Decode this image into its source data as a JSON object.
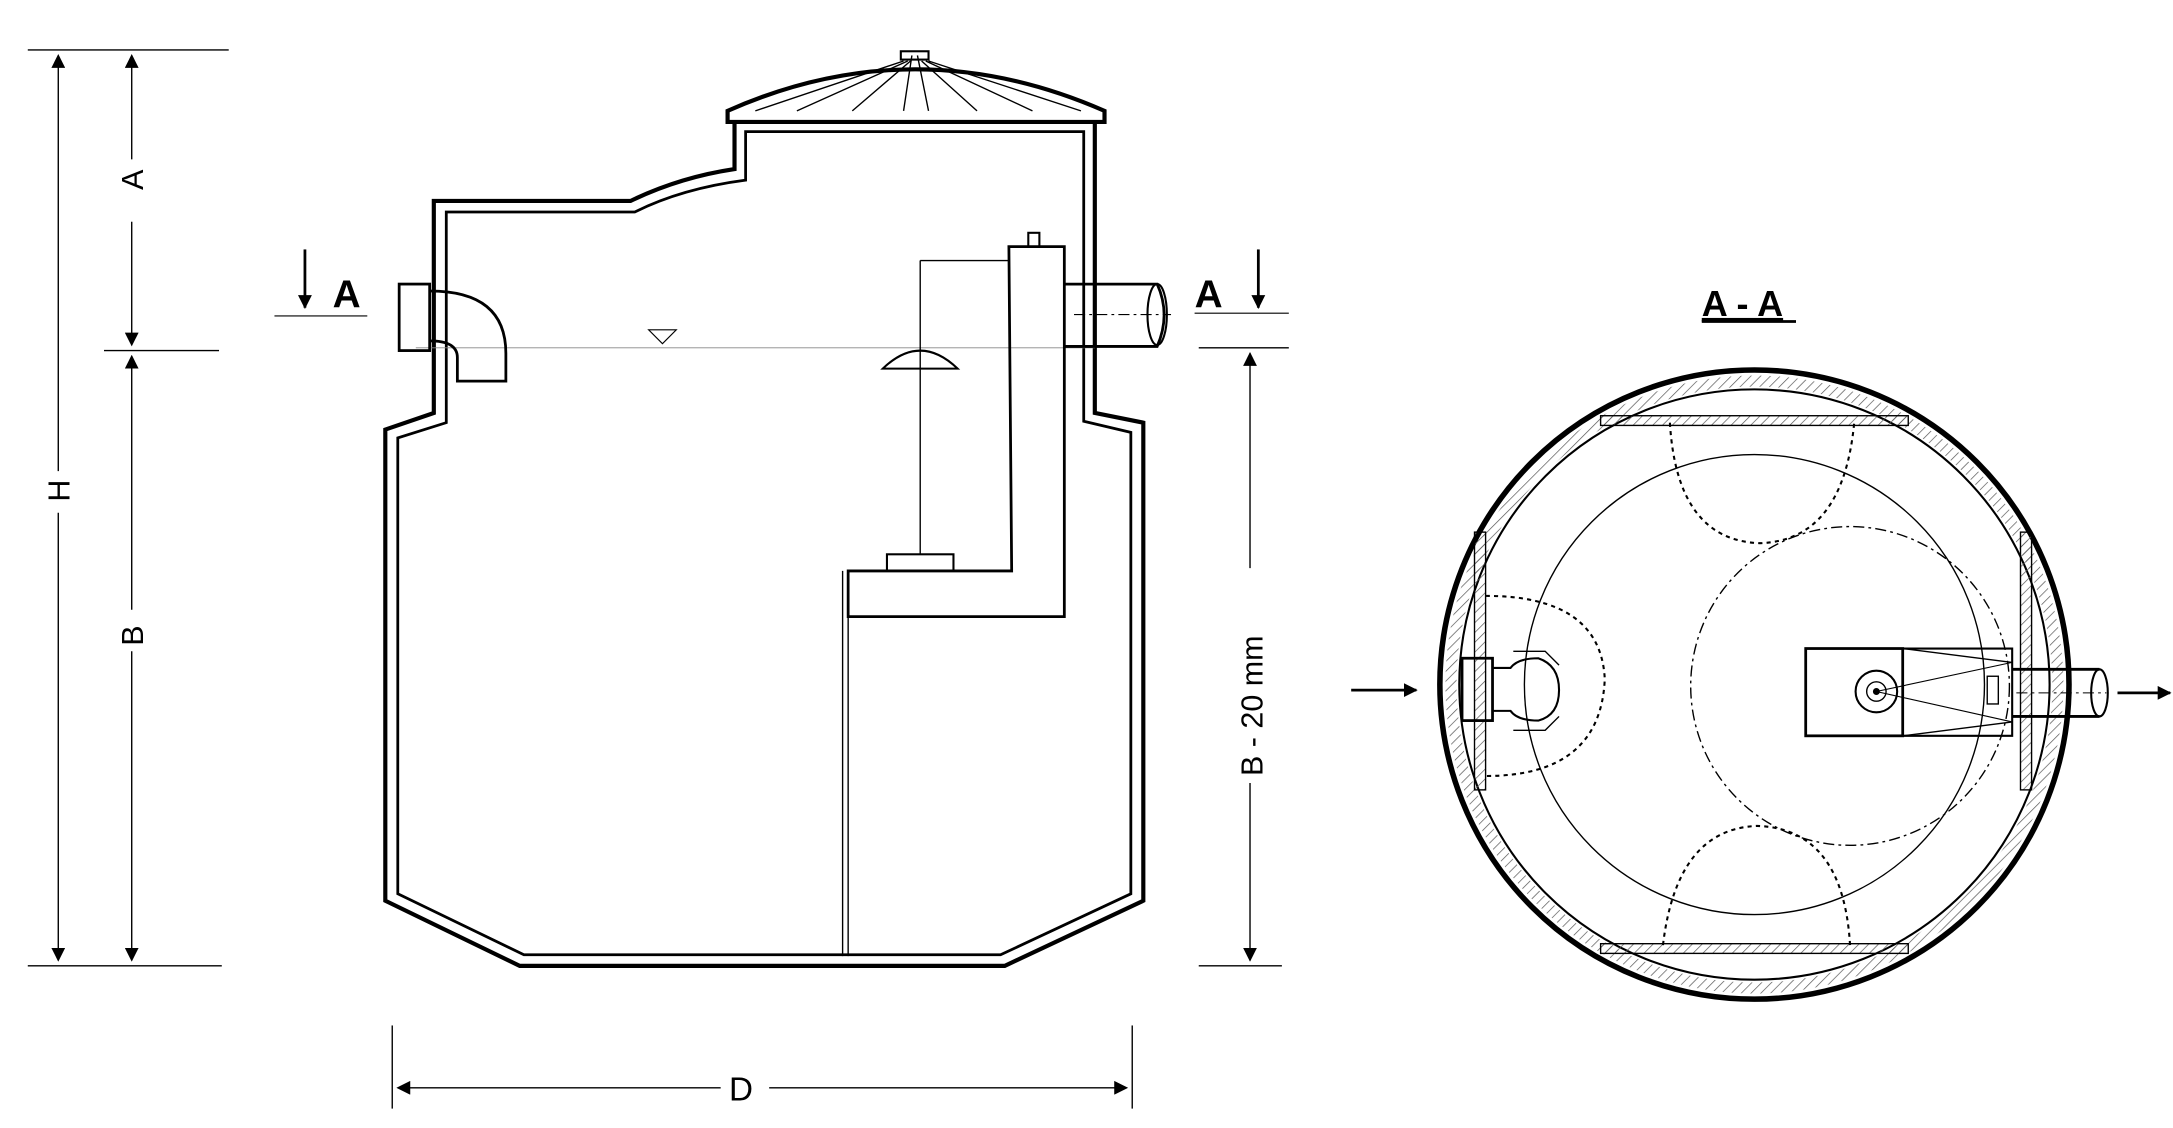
{
  "labels": {
    "section_a_left": "A",
    "section_a_right": "A",
    "dim_a": "A",
    "dim_b": "B",
    "dim_h": "H",
    "dim_b_minus": "B - 20 mm",
    "dim_d": "D",
    "section_title": "A - A"
  },
  "colors": {
    "line": "#000000",
    "background": "#ffffff",
    "hatch": "#555555"
  }
}
